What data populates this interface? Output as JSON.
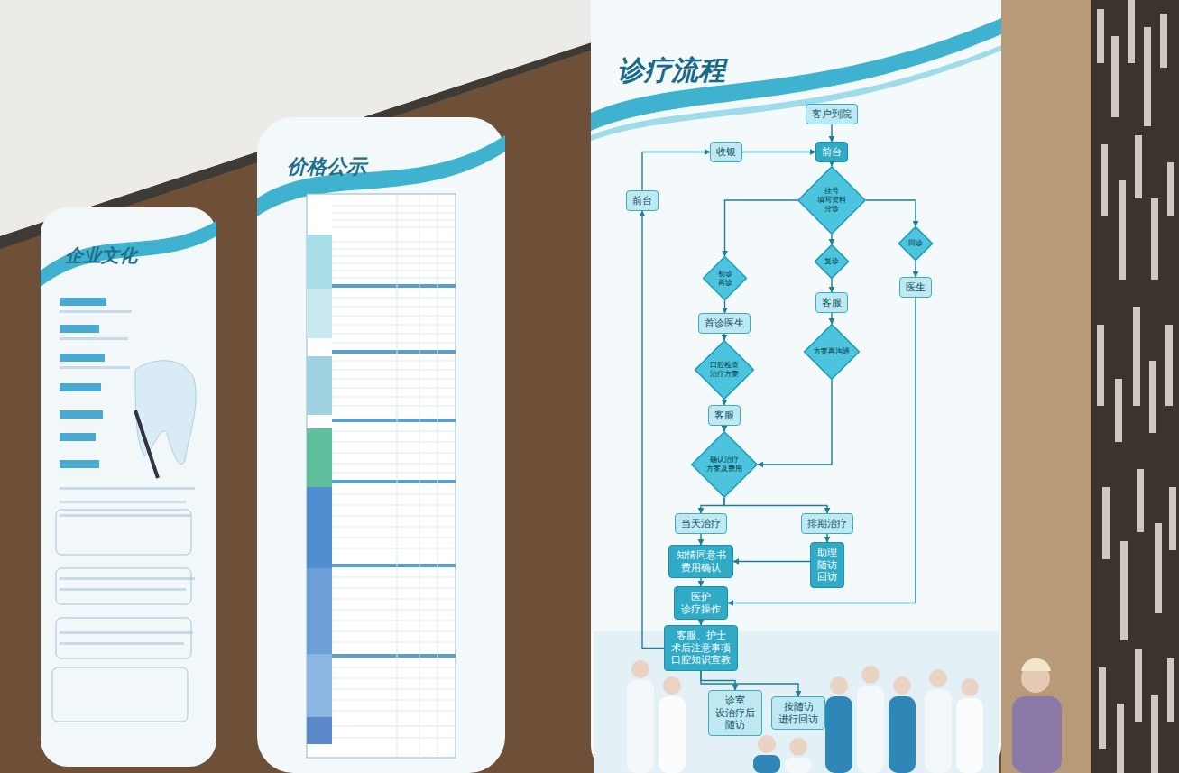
{
  "diagram": {
    "title": "诊疗流程",
    "nodes": [
      {
        "text": [
          "客户到院"
        ]
      },
      {
        "text": [
          "前台"
        ]
      },
      {
        "text": [
          "挂号 填写资料 分诊"
        ]
      },
      {
        "text": [
          "前台"
        ]
      },
      {
        "text": [
          "收银"
        ]
      },
      {
        "text": [
          "初诊 再诊"
        ]
      },
      {
        "text": [
          "复诊"
        ]
      },
      {
        "text": [
          "回诊"
        ]
      },
      {
        "text": [
          "客服"
        ]
      },
      {
        "text": [
          "医生"
        ]
      },
      {
        "text": [
          "首诊医生"
        ]
      },
      {
        "text": [
          "方案再沟通"
        ]
      },
      {
        "text": [
          "口腔检查 治疗方案"
        ]
      },
      {
        "text": [
          "客服"
        ]
      },
      {
        "text": [
          "确认治疗 方案及费用"
        ]
      },
      {
        "text": [
          "当天治疗"
        ]
      },
      {
        "text": [
          "排期治疗"
        ]
      },
      {
        "text": [
          "知情同意书 费用确认"
        ]
      },
      {
        "text": [
          "助理 随访 回访"
        ]
      },
      {
        "text": [
          "医护 诊疗操作"
        ]
      },
      {
        "text": [
          "客服、护士 术后注意事项 口腔知识宣教"
        ]
      },
      {
        "text": [
          "诊室 设治疗后 随访"
        ]
      },
      {
        "text": [
          "按随访 进行回访"
        ]
      }
    ],
    "edges": [
      {
        "from": 0,
        "to": 1,
        "arrow": "to"
      },
      {
        "from": 1,
        "to": 2,
        "arrow": "to"
      },
      {
        "from": 2,
        "to": 5,
        "arrow": "to"
      },
      {
        "from": 2,
        "to": 6,
        "arrow": "to"
      },
      {
        "from": 2,
        "to": 7,
        "arrow": "to"
      },
      {
        "from": 3,
        "to": 4,
        "arrow": "to"
      },
      {
        "from": 4,
        "to": 1,
        "arrow": "to"
      },
      {
        "from": 5,
        "to": 10,
        "arrow": "to"
      },
      {
        "from": 10,
        "to": 12,
        "arrow": "to"
      },
      {
        "from": 12,
        "to": 13,
        "arrow": "to"
      },
      {
        "from": 13,
        "to": 14,
        "arrow": "to"
      },
      {
        "from": 6,
        "to": 8,
        "arrow": "to"
      },
      {
        "from": 8,
        "to": 11,
        "arrow": "to"
      },
      {
        "from": 11,
        "to": 14,
        "arrow": "to"
      },
      {
        "from": 7,
        "to": 9,
        "arrow": "to"
      },
      {
        "from": 9,
        "to": 19,
        "arrow": "to"
      },
      {
        "from": 14,
        "to": 15,
        "arrow": "to"
      },
      {
        "from": 14,
        "to": 16,
        "arrow": "to"
      },
      {
        "from": 15,
        "to": 17,
        "arrow": "to"
      },
      {
        "from": 16,
        "to": 18,
        "arrow": "to"
      },
      {
        "from": 18,
        "to": 17,
        "arrow": "to"
      },
      {
        "from": 17,
        "to": 19,
        "arrow": "to"
      },
      {
        "from": 19,
        "to": 20,
        "arrow": "to"
      },
      {
        "from": 20,
        "to": 21,
        "arrow": "to"
      },
      {
        "from": 20,
        "to": 22,
        "arrow": "to"
      },
      {
        "from": 20,
        "to": 3,
        "arrow": "to"
      }
    ],
    "labels": [
      "企业文化",
      "价格公示"
    ]
  }
}
